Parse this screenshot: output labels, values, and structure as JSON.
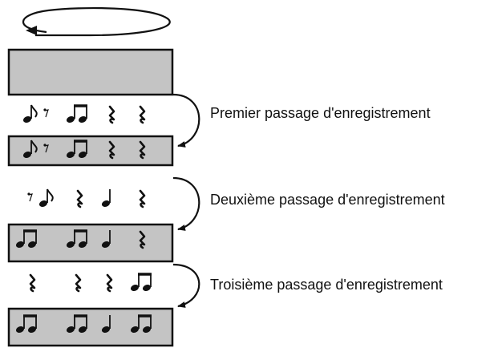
{
  "colors": {
    "track_fill": "#c4c4c4",
    "stroke": "#111111",
    "background": "#ffffff"
  },
  "loop_icon": "loop-arrow-icon",
  "passes": [
    {
      "label": "Premier passage d'enregistrement",
      "input": [
        "eighth-note",
        "eighth-rest",
        "beamed-eighths",
        "quarter-rest",
        "quarter-rest"
      ],
      "result": [
        "eighth-note",
        "eighth-rest",
        "beamed-eighths",
        "quarter-rest",
        "quarter-rest"
      ]
    },
    {
      "label": "Deuxième passage d'enregistrement",
      "input": [
        "eighth-rest",
        "eighth-note",
        "quarter-rest",
        "quarter-note",
        "quarter-rest"
      ],
      "result": [
        "beamed-eighths",
        "beamed-eighths",
        "quarter-note",
        "quarter-rest"
      ]
    },
    {
      "label": "Troisième passage d'enregistrement",
      "input": [
        "quarter-rest",
        "quarter-rest",
        "quarter-rest",
        "beamed-eighths"
      ],
      "result": [
        "beamed-eighths",
        "beamed-eighths",
        "quarter-note",
        "beamed-eighths"
      ]
    }
  ]
}
